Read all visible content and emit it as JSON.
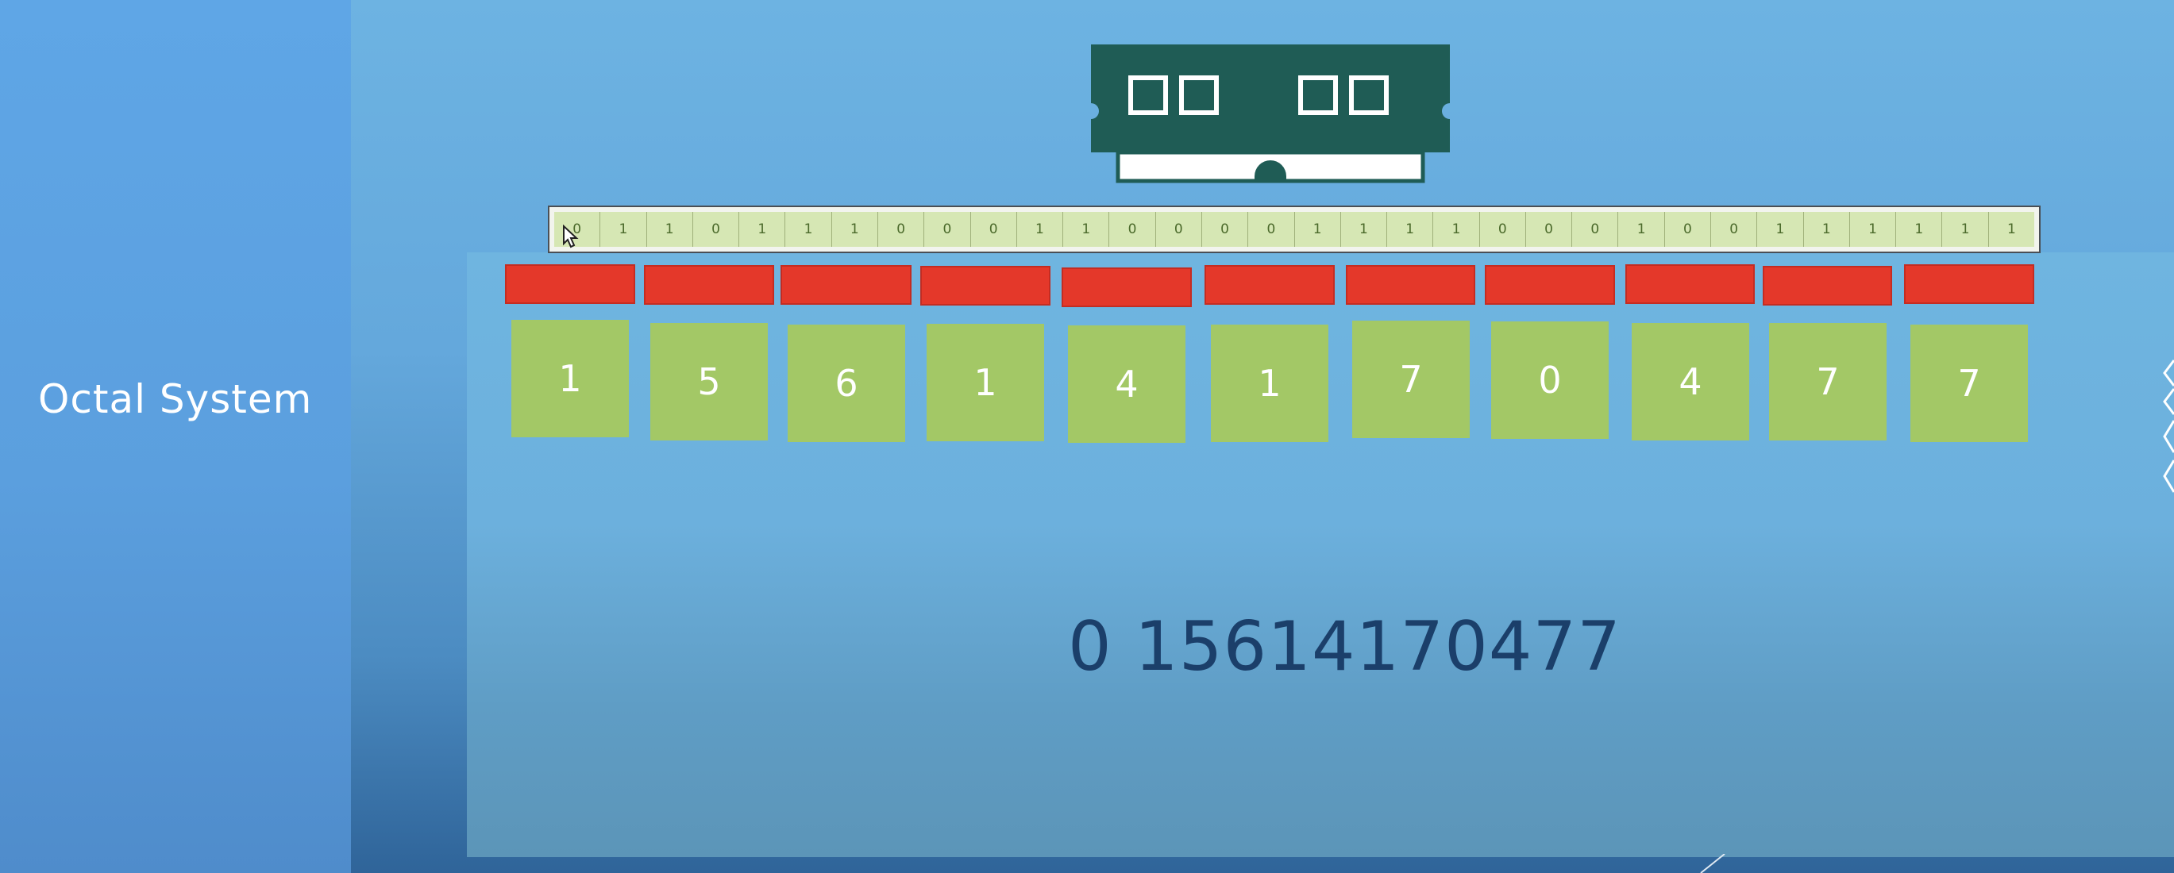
{
  "sidebar": {
    "title": "Octal System"
  },
  "binary_strip": {
    "bits": [
      "0",
      "1",
      "1",
      "0",
      "1",
      "1",
      "1",
      "0",
      "0",
      "0",
      "1",
      "1",
      "0",
      "0",
      "0",
      "0",
      "1",
      "1",
      "1",
      "1",
      "0",
      "0",
      "0",
      "1",
      "0",
      "0",
      "1",
      "1",
      "1",
      "1",
      "1",
      "1"
    ]
  },
  "octal_digits": [
    "1",
    "5",
    "6",
    "1",
    "4",
    "1",
    "7",
    "0",
    "4",
    "7",
    "7"
  ],
  "result": {
    "text": "0 15614170477"
  },
  "icons": {
    "ram": "memory-module-icon",
    "cursor": "mouse-pointer-icon"
  },
  "colors": {
    "sidebar_bg": "#5fa6e6",
    "group_bar": "#e4382a",
    "digit_box": "#a3c866",
    "bit_cell": "#d6e7b4",
    "ram_body": "#1f5c55",
    "result_text": "#1b3f6a"
  }
}
